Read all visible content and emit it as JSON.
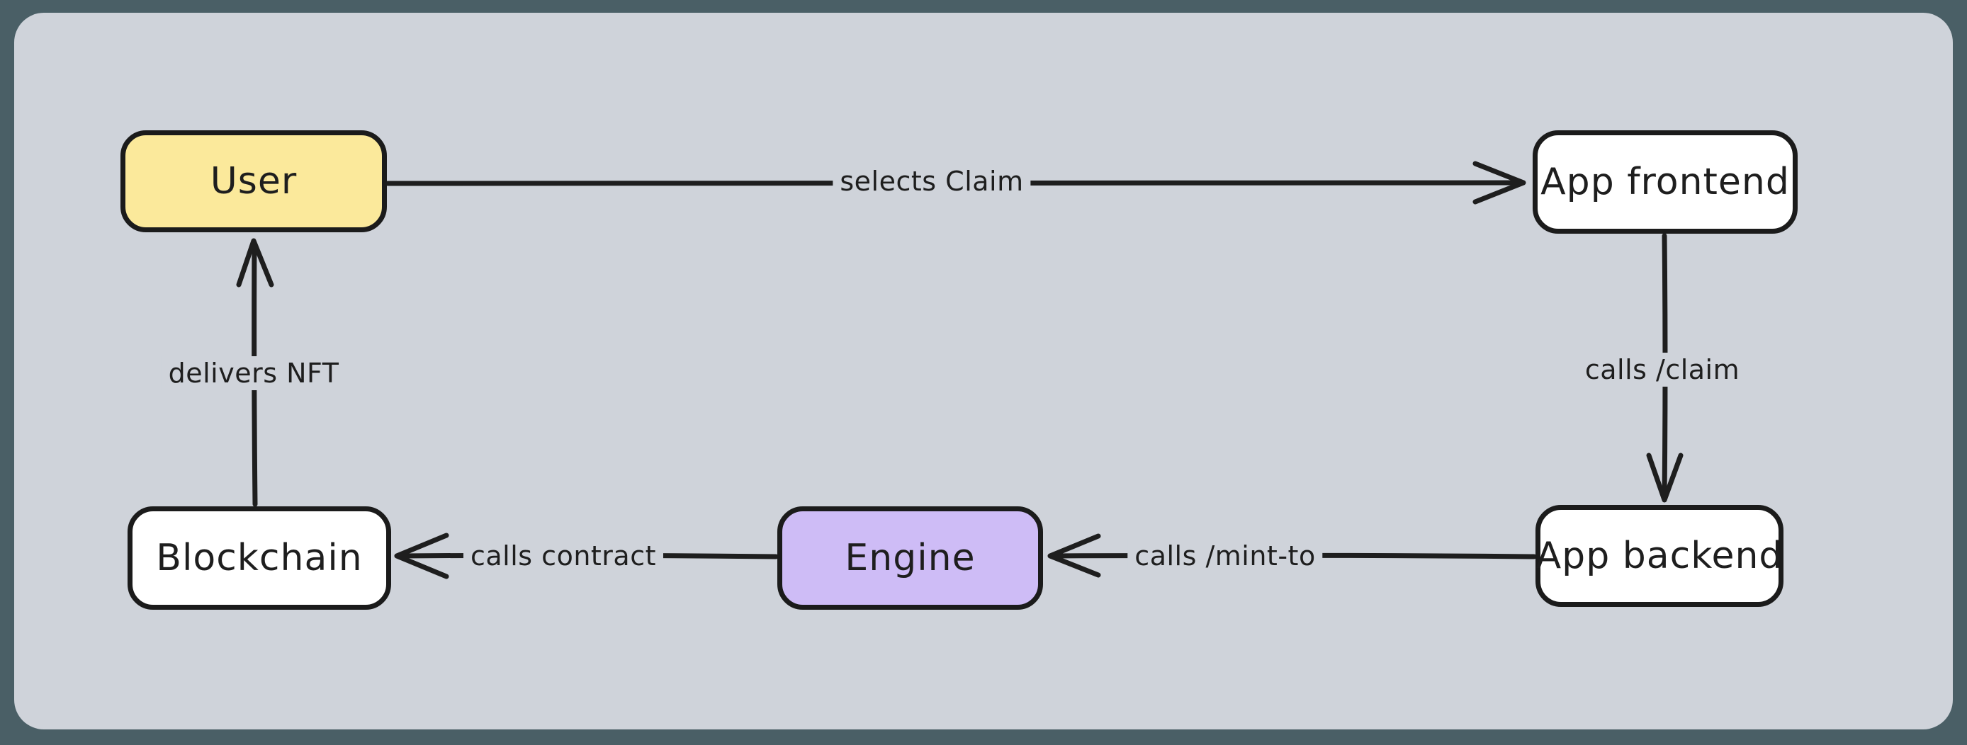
{
  "canvas": {
    "frame_bg": "#4A5F66",
    "bg": "#CFD3DA",
    "stroke": "#1e1e1e"
  },
  "nodes": [
    {
      "id": "user",
      "label": "User",
      "fill": "#FBE99B"
    },
    {
      "id": "app-frontend",
      "label": "App frontend",
      "fill": "#FFFFFF"
    },
    {
      "id": "app-backend",
      "label": "App backend",
      "fill": "#FFFFFF"
    },
    {
      "id": "engine",
      "label": "Engine",
      "fill": "#CEBCF6"
    },
    {
      "id": "blockchain",
      "label": "Blockchain",
      "fill": "#FFFFFF"
    }
  ],
  "edges": [
    {
      "from": "user",
      "to": "app-frontend",
      "label": "selects Claim",
      "direction": "right"
    },
    {
      "from": "app-frontend",
      "to": "app-backend",
      "label": "calls /claim",
      "direction": "down"
    },
    {
      "from": "app-backend",
      "to": "engine",
      "label": "calls /mint-to",
      "direction": "left"
    },
    {
      "from": "engine",
      "to": "blockchain",
      "label": "calls contract",
      "direction": "left"
    },
    {
      "from": "blockchain",
      "to": "user",
      "label": "delivers NFT",
      "direction": "up"
    }
  ]
}
